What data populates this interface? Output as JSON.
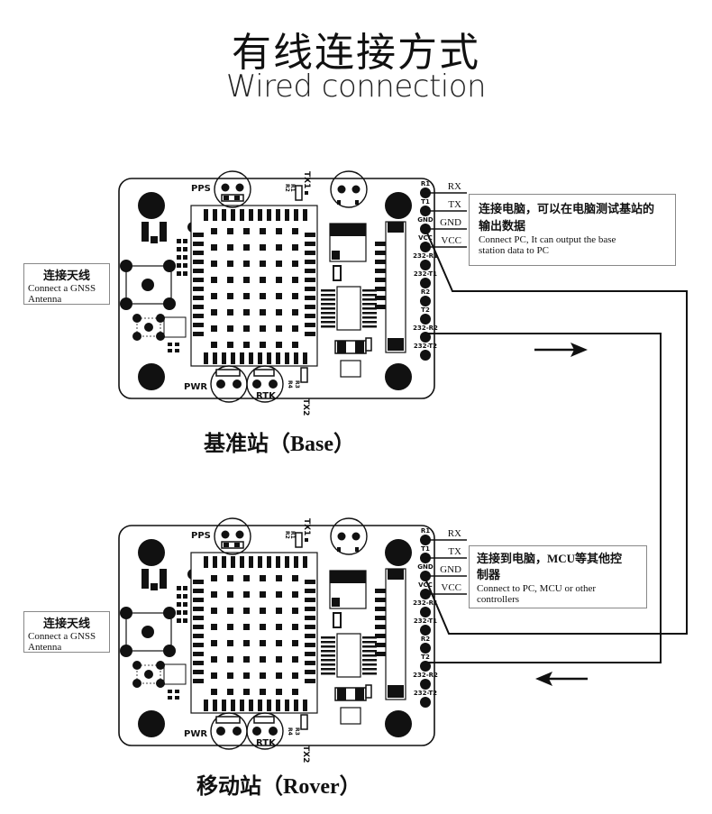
{
  "header": {
    "title_cn": "有线连接方式",
    "title_en": "Wired connection"
  },
  "boards": [
    {
      "id": "base",
      "caption": "基准站（Base）",
      "antenna_note": {
        "cn": "连接天线",
        "en_line1": "Connect a GNSS",
        "en_line2": "Antenna"
      },
      "pc_note": {
        "cn_line1": "连接电脑，可以在电脑测试基站的",
        "cn_line2": "输出数据",
        "en_line1": "Connect PC, It can output the base",
        "en_line2": "station data to PC"
      }
    },
    {
      "id": "rover",
      "caption": "移动站（Rover）",
      "antenna_note": {
        "cn": "连接天线",
        "en_line1": "Connect a GNSS",
        "en_line2": "Antenna"
      },
      "pc_note": {
        "cn_line1": "连接到电脑，MCU等其他控",
        "cn_line2": "制器",
        "en_line1": "Connect to PC,  MCU or other",
        "en_line2": "controllers"
      }
    }
  ],
  "pc_pins": [
    "RX",
    "TX",
    "GND",
    "VCC"
  ],
  "header_pins": [
    "R1",
    "T1",
    "GND",
    "VCC",
    "232-R1",
    "232-T1",
    "R2",
    "T2",
    "232-R2",
    "232-T2"
  ],
  "silkscreen": {
    "pps": "PPS",
    "pwr": "PWR",
    "rtk": "RTK",
    "tx1": "TX1",
    "tx2": "TX2",
    "r1": "R1",
    "r2": "R2",
    "r3": "R3",
    "r4": "R4"
  },
  "arrows": {
    "upper": "right-arrow",
    "lower": "left-arrow"
  },
  "colors": {
    "ink": "#111111",
    "note_border": "#888888",
    "background": "#ffffff"
  }
}
